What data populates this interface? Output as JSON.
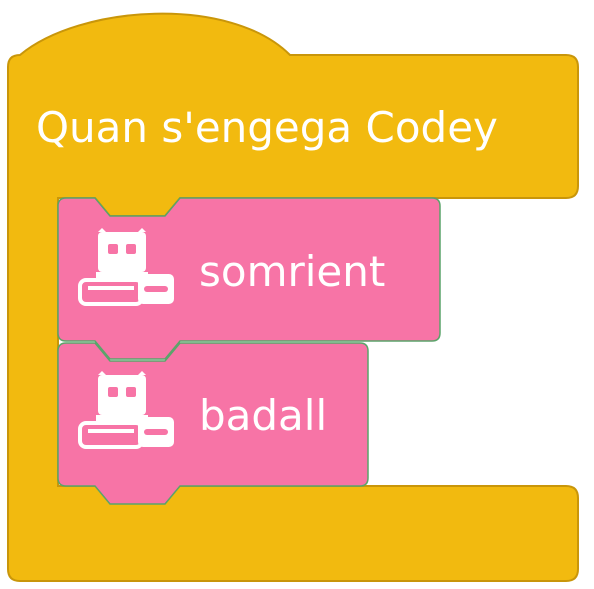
{
  "hat_block": {
    "label": "Quan s'engega Codey",
    "color": "#F2BA0F",
    "border_color": "#C9960A"
  },
  "stack_blocks": [
    {
      "label": "somrient",
      "icon": "codey-robot-icon",
      "color": "#F774A6"
    },
    {
      "label": "badall",
      "icon": "codey-robot-icon",
      "color": "#F774A6"
    }
  ],
  "colors": {
    "block_border": "#5AA46A"
  }
}
